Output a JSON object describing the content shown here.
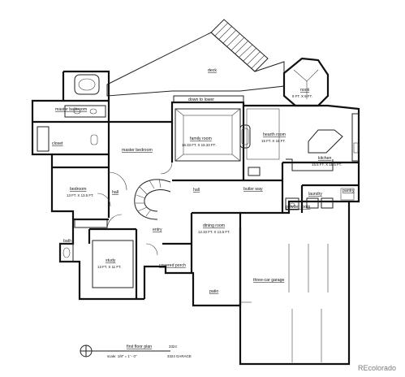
{
  "plan": {
    "rooms": {
      "deck": "deck",
      "nook": "nook",
      "nook_dim": "9 FT. X 9 FT.",
      "master_bathroom": "master bathroom",
      "closet": "closet",
      "master_bedroom": "master bedroom",
      "family_room": "family room",
      "family_room_dim": "16.33 FT. X 16.33 FT.",
      "hearth_room": "hearth room",
      "hearth_room_dim": "15 FT. X 16 FT.",
      "kitchen": "kitchen",
      "kitchen_dim": "15.5 FT. X 15.5 FT.",
      "laundry": "laundry",
      "pantry": "pantry",
      "butler_way": "butler way",
      "powder_room": "powder room",
      "bedroom": "bedroom",
      "bedroom_dim": "13 FT. X 13.5 FT.",
      "hall_left": "hall",
      "hall_center": "hall",
      "entry": "entry",
      "dining_room": "dining room",
      "dining_room_dim": "12.33 FT. X 13.5 FT.",
      "bath": "bath",
      "study": "study",
      "study_dim": "13 FT. X 11 FT.",
      "covered_porch": "covered porch",
      "patio": "patio",
      "garage": "three-car garage",
      "stairs_note": "down to lower"
    },
    "title": {
      "plan_name": "first floor plan",
      "scale": "scale: 1/8\" = 1' - 0\"",
      "area": "3324",
      "garage_area": "3324 GARAGE"
    },
    "watermark": "REcolorado"
  }
}
